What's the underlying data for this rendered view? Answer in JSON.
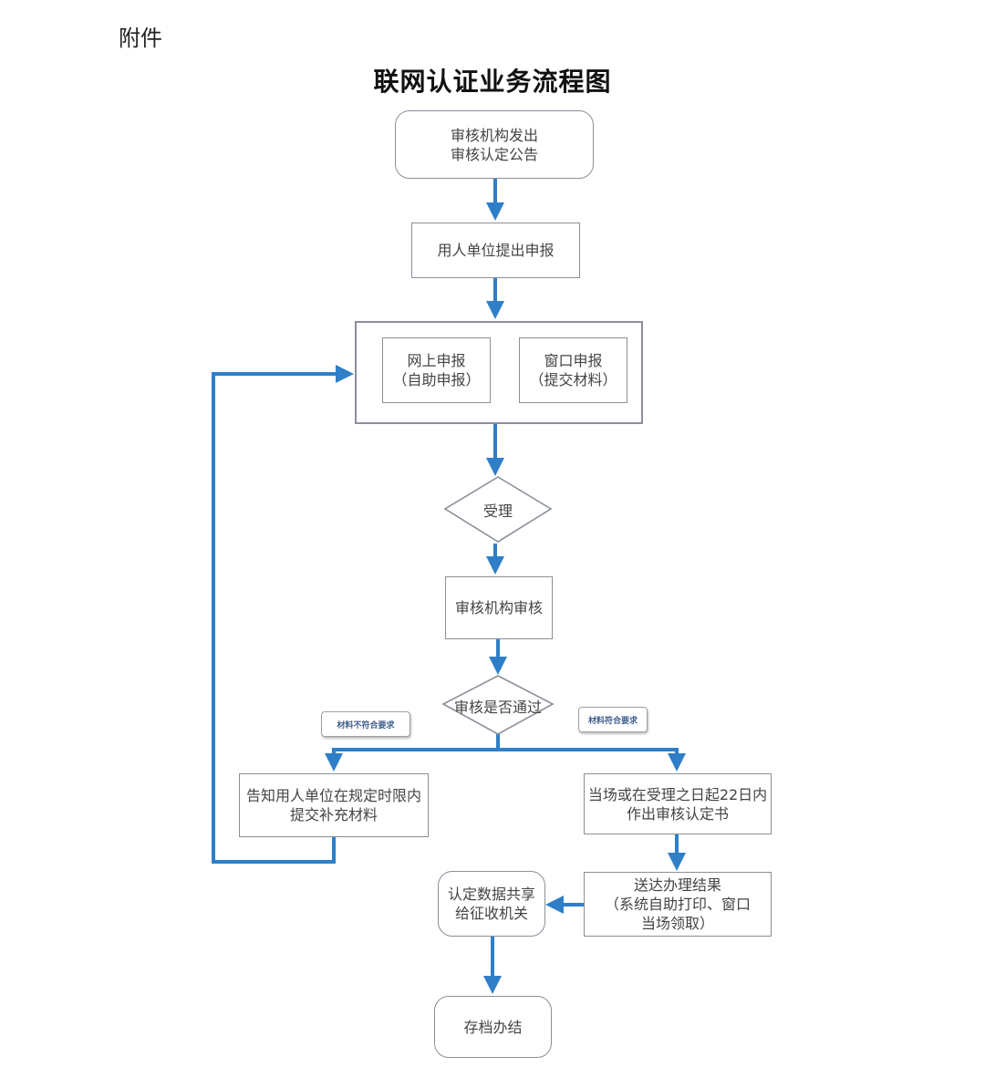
{
  "header": {
    "attachment": "附件",
    "title": "联网认证业务流程图"
  },
  "nodes": {
    "announce": [
      "审核机构发出",
      "审核认定公告"
    ],
    "apply": "用人单位提出申报",
    "online": [
      "网上申报",
      "（自助申报）"
    ],
    "window": [
      "窗口申报",
      "（提交材料）"
    ],
    "accept": "受理",
    "review": "审核机构审核",
    "passed": "审核是否通过",
    "notify": [
      "告知用人单位在规定时限内",
      "提交补充材料"
    ],
    "decision": [
      "当场或在受理之日起22日内",
      "作出审核认定书"
    ],
    "deliver": [
      "送达办理结果",
      "（系统自助打印、窗口",
      "当场领取）"
    ],
    "share": [
      "认定数据共享",
      "给征收机关"
    ],
    "archive": "存档办结"
  },
  "labels": {
    "fail": "材料不符合要求",
    "pass": "材料符合要求"
  },
  "colors": {
    "arrow": "#2f7fc8",
    "border": "#8a8f99",
    "tag_text": "#3f5f8f"
  }
}
